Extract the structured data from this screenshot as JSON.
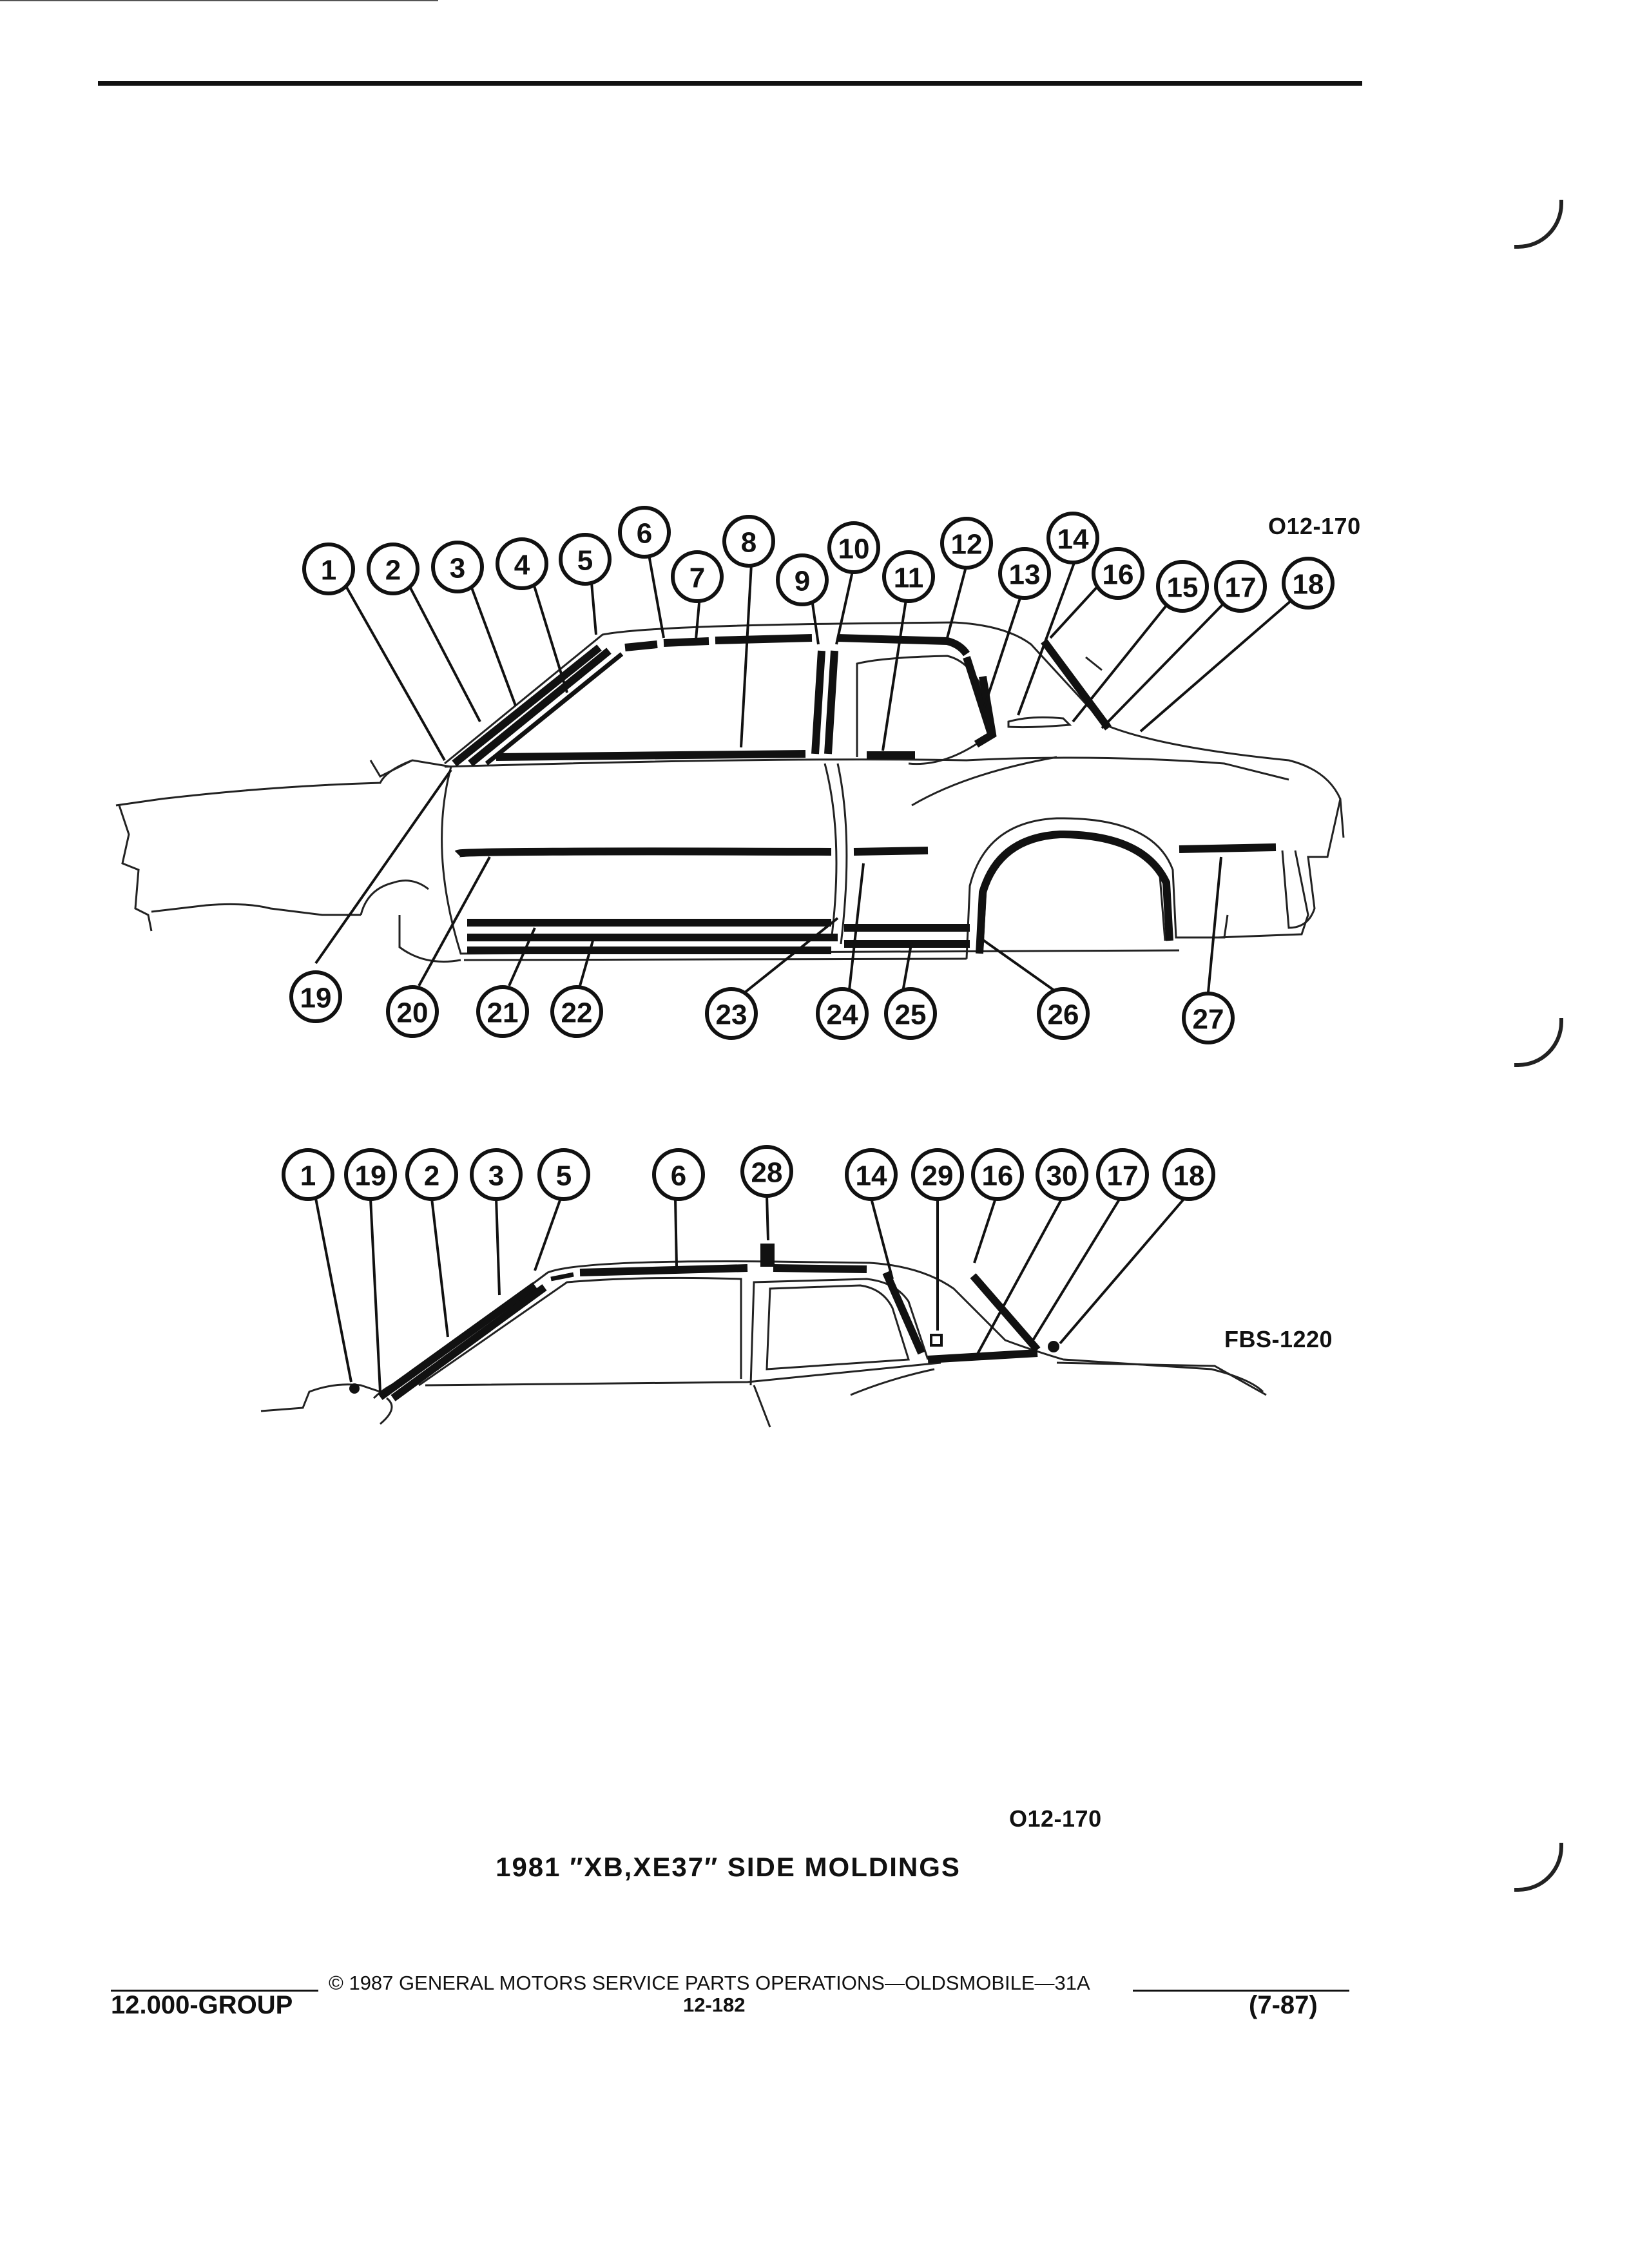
{
  "fig1": {
    "code": "O12-170"
  },
  "fig2": {
    "code": "FBS-1220"
  },
  "page": {
    "ref_code": "O12-170",
    "title": "1981 ″XB,XE37″ SIDE MOLDINGS"
  },
  "footer": {
    "copyright": "©  1987  GENERAL MOTORS SERVICE PARTS OPERATIONS—OLDSMOBILE—31A",
    "group": "12.000-GROUP",
    "page_number": "12-182",
    "date": "(7-87)"
  },
  "callouts": {
    "c1": "1",
    "c2": "2",
    "c3": "3",
    "c4": "4",
    "c5": "5",
    "c6": "6",
    "c7": "7",
    "c8": "8",
    "c9": "9",
    "c10": "10",
    "c11": "11",
    "c12": "12",
    "c13": "13",
    "c14": "14",
    "c15": "15",
    "c16": "16",
    "c17": "17",
    "c18": "18",
    "c19": "19",
    "c20": "20",
    "c21": "21",
    "c22": "22",
    "c23": "23",
    "c24": "24",
    "c25": "25",
    "c26": "26",
    "c27": "27",
    "c28": "28",
    "c29": "29",
    "c30": "30"
  },
  "colors": {
    "ink": "#111111",
    "paper": "#ffffff"
  }
}
